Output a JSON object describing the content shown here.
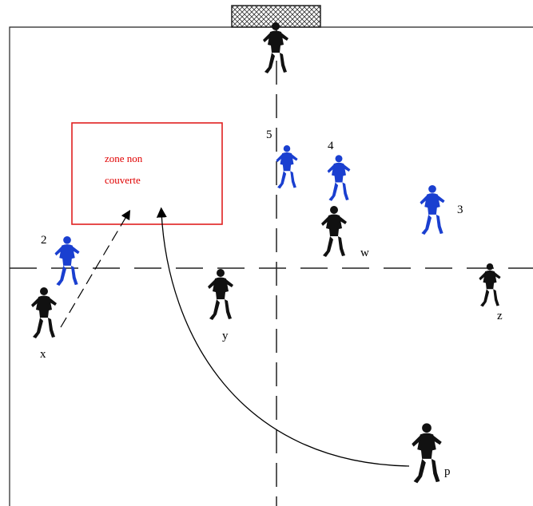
{
  "zone": {
    "line1": "zone non",
    "line2": "couverte",
    "color": "#e02020"
  },
  "colors": {
    "attackers": "#111111",
    "defenders": "#1a3fd0",
    "lines": "#222222"
  },
  "attackers": [
    {
      "id": "goalkeeper",
      "label": ""
    },
    {
      "id": "w",
      "label": "w"
    },
    {
      "id": "x",
      "label": "x"
    },
    {
      "id": "y",
      "label": "y"
    },
    {
      "id": "z",
      "label": "z"
    },
    {
      "id": "p",
      "label": "p"
    }
  ],
  "defenders": [
    {
      "id": "2",
      "label": "2"
    },
    {
      "id": "3",
      "label": "3"
    },
    {
      "id": "4",
      "label": "4"
    },
    {
      "id": "5",
      "label": "5"
    }
  ]
}
